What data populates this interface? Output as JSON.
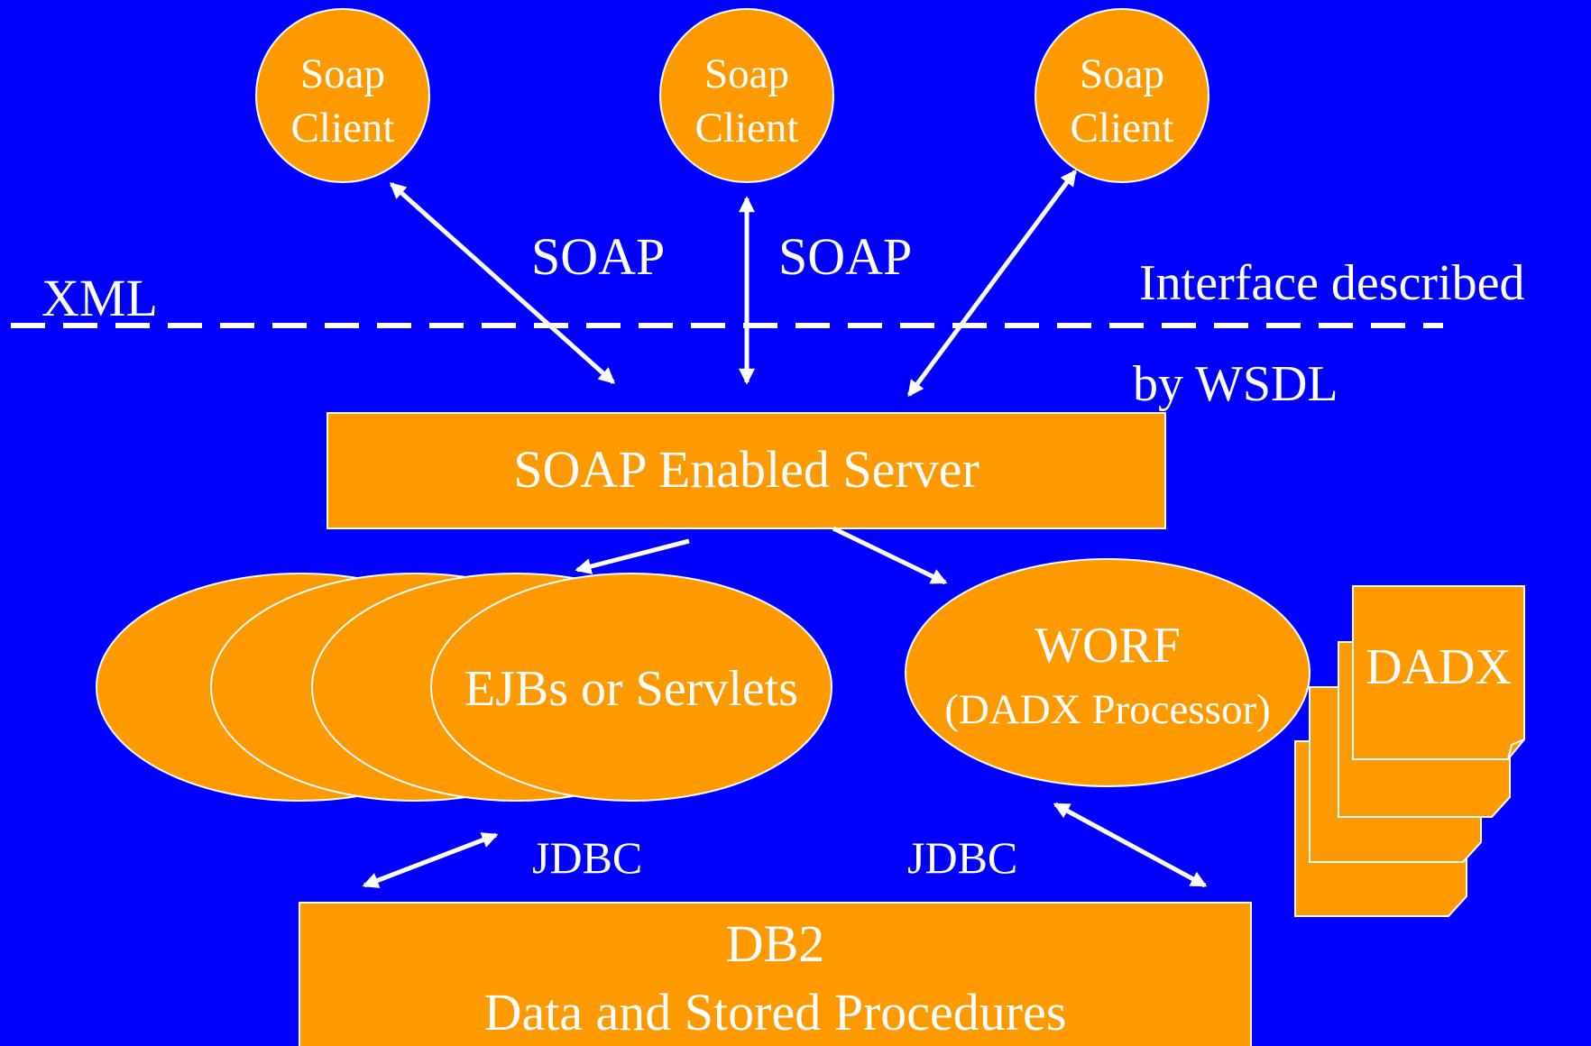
{
  "colors": {
    "background": "#0000FF",
    "shape_fill": "#FF9900",
    "shape_stroke": "#FFFFFF",
    "text": "#FFFFFF"
  },
  "clients": [
    {
      "line1": "Soap",
      "line2": "Client"
    },
    {
      "line1": "Soap",
      "line2": "Client"
    },
    {
      "line1": "Soap",
      "line2": "Client"
    }
  ],
  "labels": {
    "soap_left": "SOAP",
    "soap_right": "SOAP",
    "xml": "XML",
    "interface_line1": "Interface described",
    "interface_line2": "by WSDL",
    "jdbc_left": "JDBC",
    "jdbc_right": "JDBC"
  },
  "server": {
    "label": "SOAP Enabled Server"
  },
  "ejbs": {
    "label": "EJBs or Servlets"
  },
  "worf": {
    "line1": "WORF",
    "line2": "(DADX Processor)"
  },
  "dadx": {
    "label": "DADX"
  },
  "db2": {
    "line1": "DB2",
    "line2": "Data and Stored Procedures"
  },
  "icons": [
    "double-arrow-icon",
    "arrow-icon",
    "document-stack-icon"
  ]
}
